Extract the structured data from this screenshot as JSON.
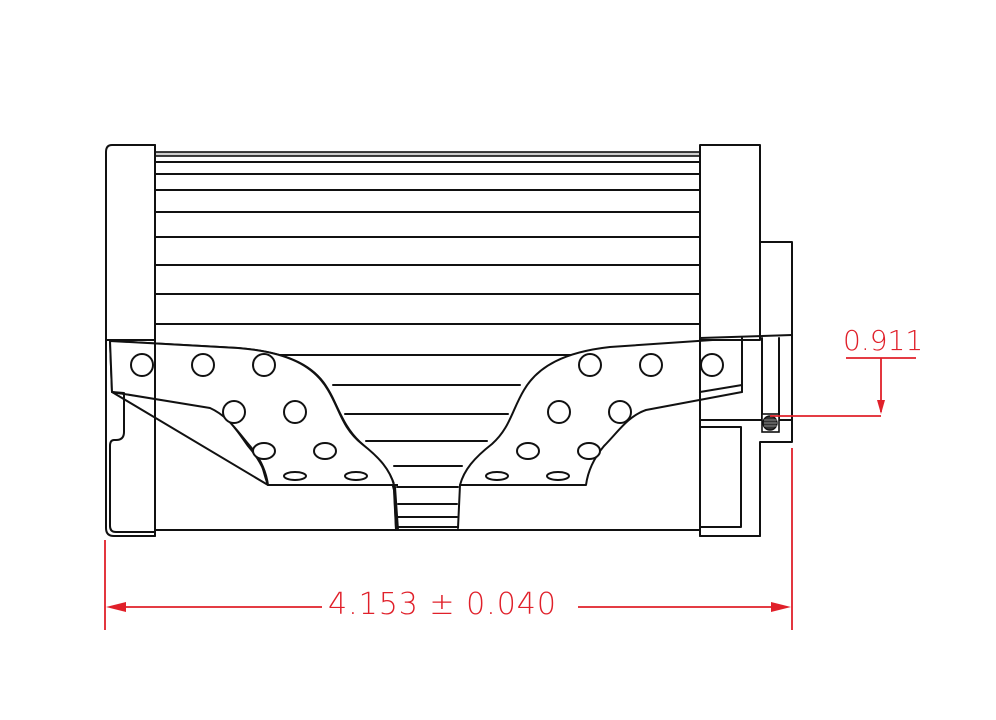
{
  "drawing": {
    "type": "cutaway side view of cylindrical filter element",
    "line_color": "#111111",
    "dimension_color": "#e0202a",
    "background": "#ffffff"
  },
  "dimensions": {
    "overall_length": {
      "value": "4.153",
      "tolerance_symbol": "±",
      "tolerance": "0.040",
      "text": "4.153  ±  0.040"
    },
    "seal_offset": {
      "value": "0.911",
      "text": "0.911"
    }
  },
  "features": {
    "pleat_lines_visible": 9,
    "perforated_core_holes": {
      "left_group": 8,
      "right_group": 8
    },
    "end_caps": [
      "left-end-cap",
      "right-end-cap"
    ],
    "o_ring": "right-end-cap-o-ring"
  }
}
